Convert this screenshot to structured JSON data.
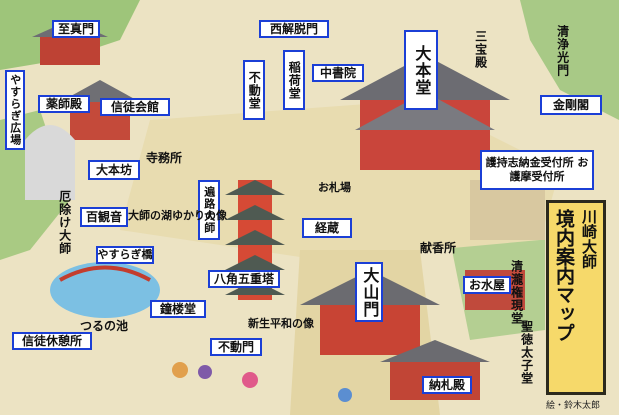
{
  "map": {
    "title_lines": [
      "川崎大師",
      "境内案内マップ"
    ],
    "credit": "絵・鈴木太郎",
    "labels": {
      "shidomon": "至真門",
      "seikaidatsumon": "西解脱門",
      "yasuragi_hiroba": "やすらぎ広場",
      "yakushiden": "薬師殿",
      "shintokaikan": "信徒会館",
      "fudodo": "不動堂",
      "inarido": "稲荷堂",
      "chushoin": "中書院",
      "daihondo": "大本堂",
      "sanpoden": "三宝殿",
      "seijokomon": "清浄光門",
      "kongokaku": "金剛閣",
      "jimusho": "寺務所",
      "daihonbo": "大本坊",
      "ofudaba": "お札場",
      "gomashi": "護持志納金受付所 お護摩受付所",
      "henrodaishi": "遍路大師",
      "hyakkannon": "百観音",
      "katsunawa": "大師の湖ゆかりの像",
      "kyozo": "経蔵",
      "yakuyoke": "厄除け大師",
      "yasuragibashi": "やすらぎ橋",
      "hakkakugojuto": "八角五重塔",
      "daisanmon": "大山門",
      "omizuya": "お水屋",
      "kenshosho": "献香所",
      "kiyotakinaetendo": "清瀧権現堂",
      "tsurunoike": "つるの池",
      "shoroudo": "鐘楼堂",
      "shinseheiwanozo": "新生平和の像",
      "shintokyuukeisho": "信徒休憩所",
      "fudomon": "不動門",
      "shotokutaishido": "聖徳太子堂",
      "nosatsuden": "納札殿"
    }
  }
}
